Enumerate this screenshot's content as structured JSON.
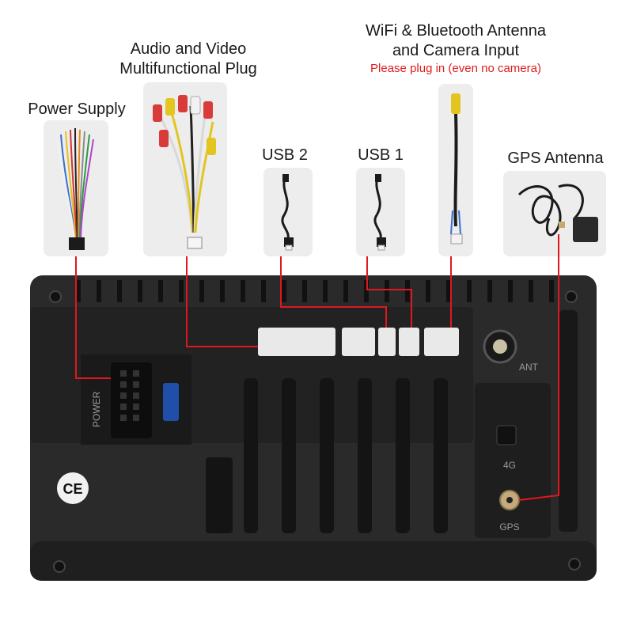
{
  "labels": {
    "power_supply": "Power Supply",
    "av_plug_line1": "Audio and Video",
    "av_plug_line2": "Multifunctional Plug",
    "usb2": "USB 2",
    "usb1": "USB 1",
    "wifi_line1": "WiFi & Bluetooth Antenna",
    "wifi_line2": "and Camera Input",
    "wifi_note": "Please plug in (even no camera)",
    "gps_antenna": "GPS Antenna"
  },
  "unit_markings": {
    "power": "POWER",
    "ant": "ANT",
    "lte": "4G",
    "gps": "GPS",
    "ce_mark": "CE"
  },
  "colors": {
    "connector_line": "#e0171f",
    "unit_body": "#232323",
    "thumb_bg": "#ededed",
    "note_text": "#e11b1b"
  },
  "icons": {
    "power_harness": "wire-harness-icon",
    "av_harness": "rca-cable-icon",
    "usb_cable": "usb-cable-icon",
    "camera_cable": "rca-camera-cable-icon",
    "gps_antenna": "gps-antenna-icon"
  }
}
